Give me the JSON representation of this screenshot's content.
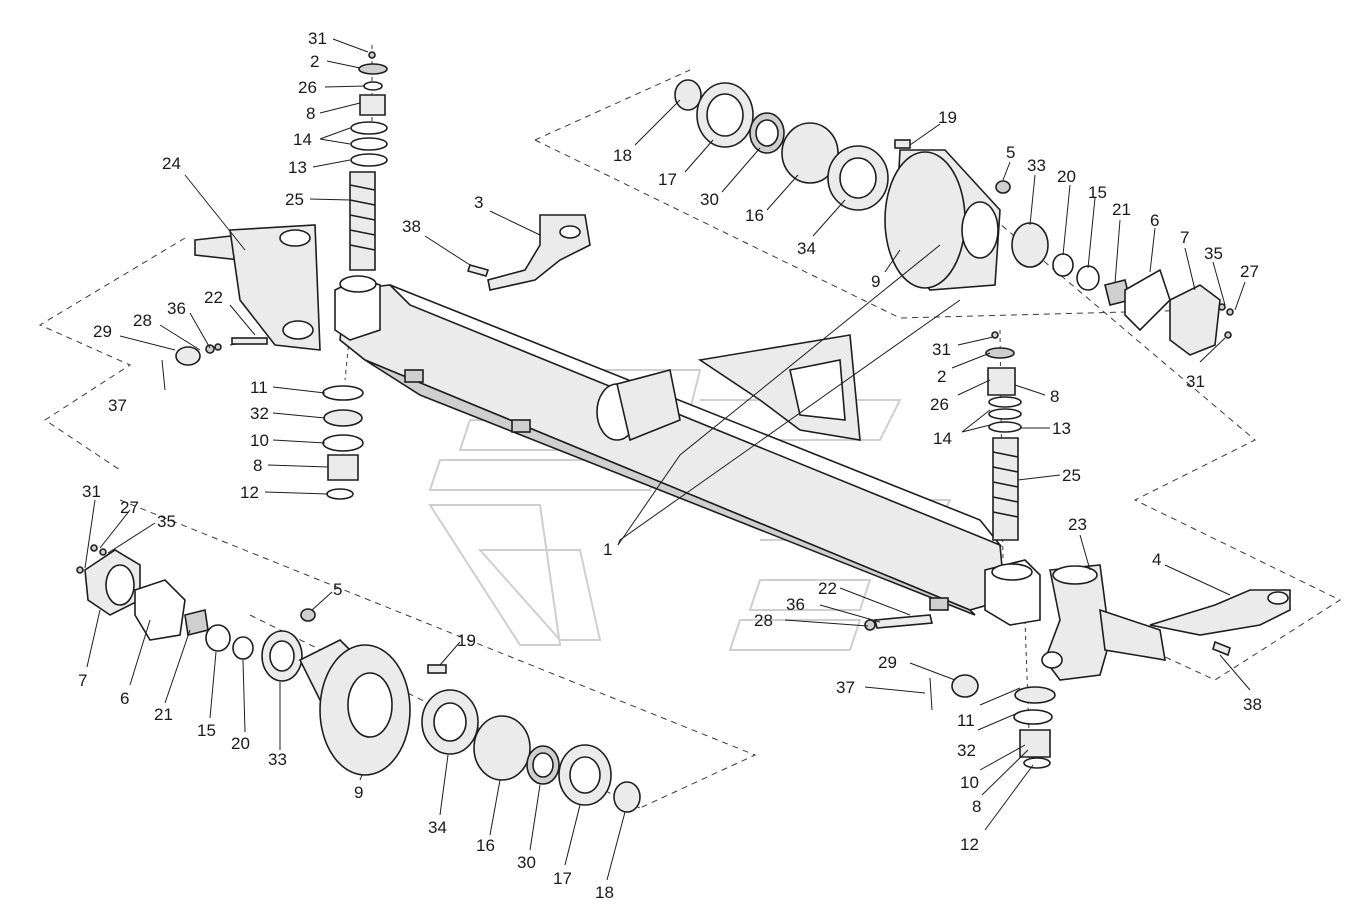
{
  "diagram": {
    "labels": [
      {
        "id": "l31a",
        "text": "31"
      },
      {
        "id": "l2a",
        "text": "2"
      },
      {
        "id": "l26a",
        "text": "26"
      },
      {
        "id": "l8a",
        "text": "8"
      },
      {
        "id": "l14a",
        "text": "14"
      },
      {
        "id": "l13a",
        "text": "13"
      },
      {
        "id": "l25a",
        "text": "25"
      },
      {
        "id": "l24",
        "text": "24"
      },
      {
        "id": "l38a",
        "text": "38"
      },
      {
        "id": "l3",
        "text": "3"
      },
      {
        "id": "l22a",
        "text": "22"
      },
      {
        "id": "l36a",
        "text": "36"
      },
      {
        "id": "l28a",
        "text": "28"
      },
      {
        "id": "l29a",
        "text": "29"
      },
      {
        "id": "l37a",
        "text": "37"
      },
      {
        "id": "l11a",
        "text": "11"
      },
      {
        "id": "l32a",
        "text": "32"
      },
      {
        "id": "l10a",
        "text": "10"
      },
      {
        "id": "l8b",
        "text": "8"
      },
      {
        "id": "l12a",
        "text": "12"
      },
      {
        "id": "l18a",
        "text": "18"
      },
      {
        "id": "l17a",
        "text": "17"
      },
      {
        "id": "l30a",
        "text": "30"
      },
      {
        "id": "l16a",
        "text": "16"
      },
      {
        "id": "l34a",
        "text": "34"
      },
      {
        "id": "l9a",
        "text": "9"
      },
      {
        "id": "l19a",
        "text": "19"
      },
      {
        "id": "l5a",
        "text": "5"
      },
      {
        "id": "l33a",
        "text": "33"
      },
      {
        "id": "l20a",
        "text": "20"
      },
      {
        "id": "l15a",
        "text": "15"
      },
      {
        "id": "l21a",
        "text": "21"
      },
      {
        "id": "l6a",
        "text": "6"
      },
      {
        "id": "l7a",
        "text": "7"
      },
      {
        "id": "l35a",
        "text": "35"
      },
      {
        "id": "l27a",
        "text": "27"
      },
      {
        "id": "l31b",
        "text": "31"
      },
      {
        "id": "l31c",
        "text": "31"
      },
      {
        "id": "l2b",
        "text": "2"
      },
      {
        "id": "l26b",
        "text": "26"
      },
      {
        "id": "l8c",
        "text": "8"
      },
      {
        "id": "l14b",
        "text": "14"
      },
      {
        "id": "l13b",
        "text": "13"
      },
      {
        "id": "l25b",
        "text": "25"
      },
      {
        "id": "l1",
        "text": "1"
      },
      {
        "id": "l23",
        "text": "23"
      },
      {
        "id": "l4",
        "text": "4"
      },
      {
        "id": "l38b",
        "text": "38"
      },
      {
        "id": "l22b",
        "text": "22"
      },
      {
        "id": "l36b",
        "text": "36"
      },
      {
        "id": "l28b",
        "text": "28"
      },
      {
        "id": "l29b",
        "text": "29"
      },
      {
        "id": "l37b",
        "text": "37"
      },
      {
        "id": "l11b",
        "text": "11"
      },
      {
        "id": "l32b",
        "text": "32"
      },
      {
        "id": "l10b",
        "text": "10"
      },
      {
        "id": "l8d",
        "text": "8"
      },
      {
        "id": "l12b",
        "text": "12"
      },
      {
        "id": "l31d",
        "text": "31"
      },
      {
        "id": "l27b",
        "text": "27"
      },
      {
        "id": "l35b",
        "text": "35"
      },
      {
        "id": "l7b",
        "text": "7"
      },
      {
        "id": "l6b",
        "text": "6"
      },
      {
        "id": "l21b",
        "text": "21"
      },
      {
        "id": "l15b",
        "text": "15"
      },
      {
        "id": "l20b",
        "text": "20"
      },
      {
        "id": "l33b",
        "text": "33"
      },
      {
        "id": "l5b",
        "text": "5"
      },
      {
        "id": "l19b",
        "text": "19"
      },
      {
        "id": "l9b",
        "text": "9"
      },
      {
        "id": "l34b",
        "text": "34"
      },
      {
        "id": "l16b",
        "text": "16"
      },
      {
        "id": "l30b",
        "text": "30"
      },
      {
        "id": "l17b",
        "text": "17"
      },
      {
        "id": "l18b",
        "text": "18"
      }
    ]
  }
}
